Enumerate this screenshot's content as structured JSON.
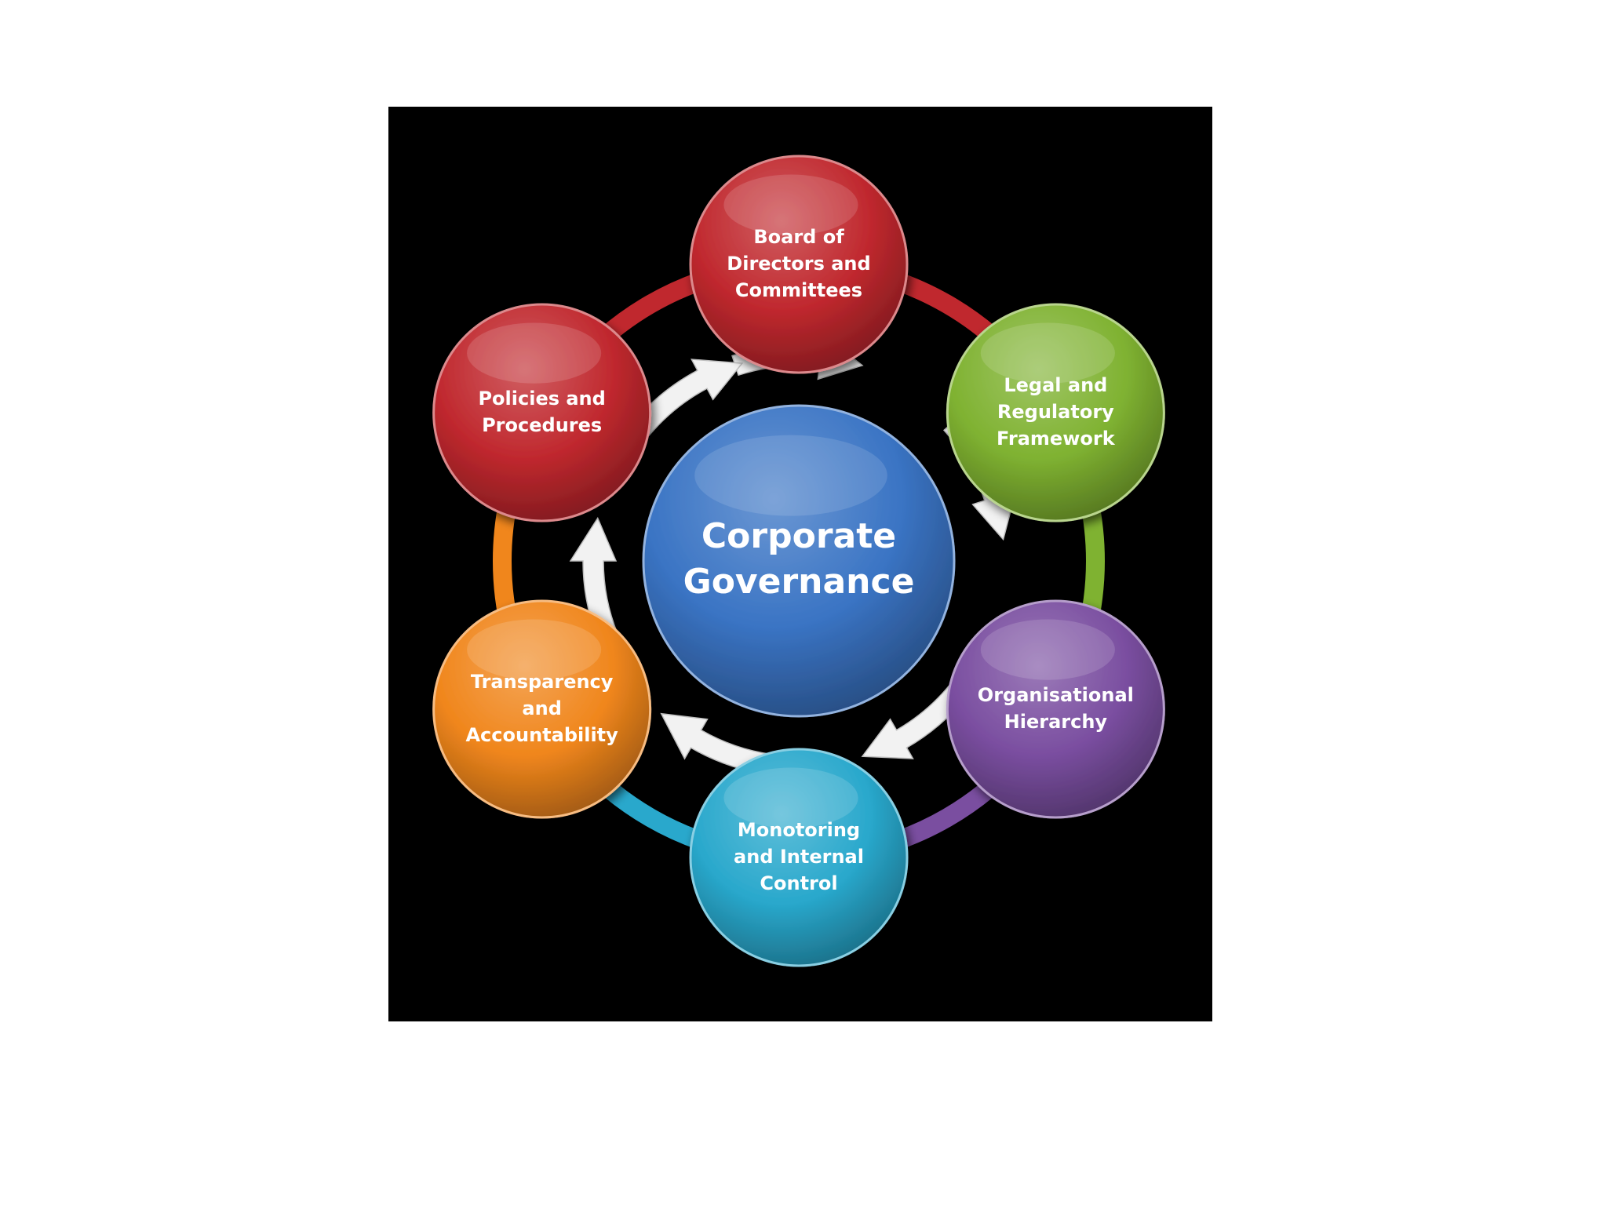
{
  "diagram": {
    "center": {
      "lines": [
        "Corporate",
        "Governance"
      ],
      "color": "#3a74c4"
    },
    "nodes": [
      {
        "name": "node-board",
        "lines": [
          "Board of",
          "Directors and",
          "Committees"
        ],
        "color": "#c0282e"
      },
      {
        "name": "node-legal",
        "lines": [
          "Legal and",
          "Regulatory",
          "Framework"
        ],
        "color": "#7fb231"
      },
      {
        "name": "node-organisational",
        "lines": [
          "Organisational",
          "Hierarchy"
        ],
        "color": "#7a4ea0"
      },
      {
        "name": "node-monitoring",
        "lines": [
          "Monotoring",
          "and Internal",
          "Control"
        ],
        "color": "#29a8cc"
      },
      {
        "name": "node-transparency",
        "lines": [
          "Transparency",
          "and",
          "Accountability"
        ],
        "color": "#f0861c"
      },
      {
        "name": "node-policies",
        "lines": [
          "Policies and",
          "Procedures"
        ],
        "color": "#c0282e"
      }
    ],
    "ring_colors": [
      "#c0282e",
      "#7fb231",
      "#7a4ea0",
      "#29a8cc",
      "#f0861c",
      "#c0282e"
    ],
    "arrow_color": "#f2f2f2"
  }
}
